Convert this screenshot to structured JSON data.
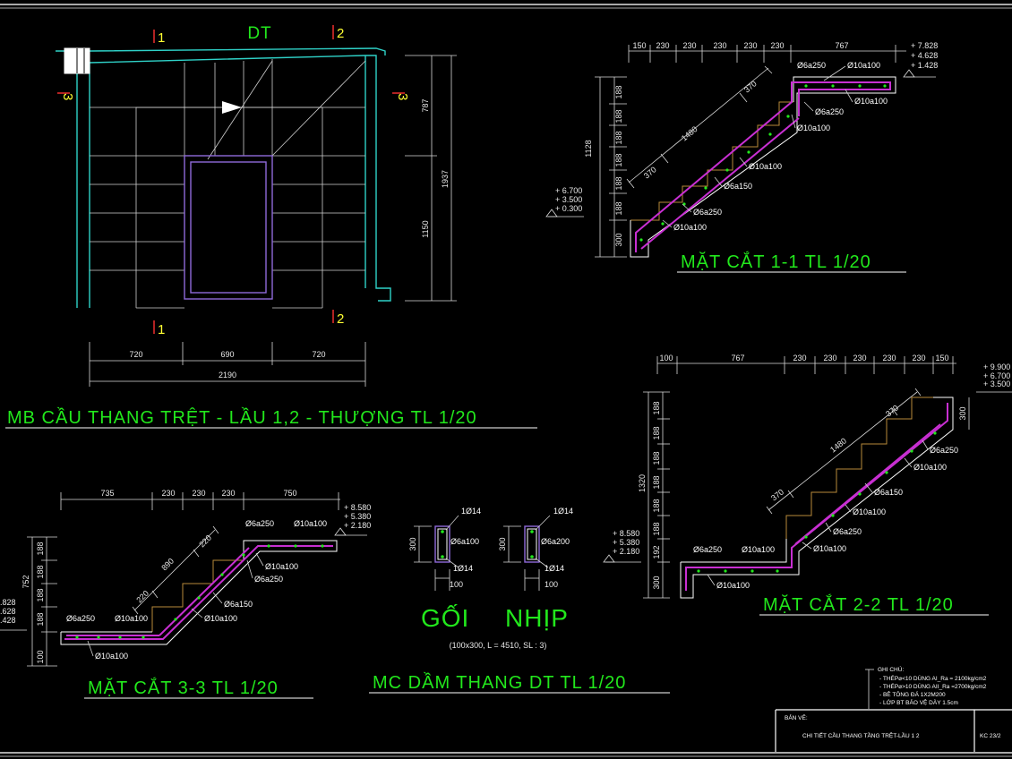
{
  "plan": {
    "title": "MB CẦU THANG TRỆT - LẦU 1,2 - THƯỢNG TL 1/20",
    "label_dt": "DT",
    "markers": {
      "m1": "1",
      "m2": "2",
      "m3": "3"
    },
    "dims_bottom": [
      "720",
      "690",
      "720"
    ],
    "dim_total": "2190",
    "dims_right": [
      "787",
      "1150"
    ],
    "dim_right_total": "1937"
  },
  "sec11": {
    "title": "MẶT CẮT 1-1  TL 1/20",
    "dims_top": [
      "150",
      "230",
      "230",
      "230",
      "230",
      "230",
      "767"
    ],
    "levels": [
      "+ 7.828",
      "+ 4.628",
      "+ 1.428"
    ],
    "levels_left": [
      "+ 6.700",
      "+ 3.500",
      "+ 0.300"
    ],
    "dims_left": [
      "188",
      "188",
      "188",
      "188",
      "188",
      "188",
      "300"
    ],
    "dim_left_total": "1128",
    "slope_dims": [
      "370",
      "1480",
      "370"
    ],
    "rebars": [
      "Ø6a250",
      "Ø10a100",
      "Ø6a250",
      "Ø10a100",
      "Ø10a100",
      "Ø10a100",
      "Ø6a150",
      "Ø6a250",
      "Ø10a100"
    ]
  },
  "sec22": {
    "title": "MẶT CẮT 2-2  TL 1/20",
    "dims_top": [
      "100",
      "767",
      "230",
      "230",
      "230",
      "230",
      "230",
      "150"
    ],
    "levels": [
      "+ 9.900",
      "+ 6.700",
      "+ 3.500"
    ],
    "levels_left": [
      "+ 8.580",
      "+ 5.380",
      "+ 2.180"
    ],
    "dims_left": [
      "188",
      "188",
      "188",
      "188",
      "188",
      "188",
      "192",
      "300"
    ],
    "dim_left_total": "1320",
    "dim_right": "300",
    "slope_dims": [
      "370",
      "1480",
      "370"
    ],
    "rebars": [
      "Ø6a250",
      "Ø10a100",
      "Ø6a150",
      "Ø10a100",
      "Ø6a250",
      "Ø10a100",
      "Ø6a250",
      "Ø10a100",
      "Ø10a100"
    ]
  },
  "sec33": {
    "title": "MẶT CẮT 3-3  TL 1/20",
    "dims_top": [
      "735",
      "230",
      "230",
      "230",
      "750"
    ],
    "levels": [
      "+ 8.580",
      "+ 5.380",
      "+ 2.180"
    ],
    "levels_left": [
      ".828",
      ".628",
      ".428"
    ],
    "dims_left": [
      "188",
      "188",
      "188",
      "188",
      "100"
    ],
    "dim_left_total": "752",
    "slope_dims": [
      "220",
      "890",
      "220"
    ],
    "rebars": [
      "Ø6a250",
      "Ø10a100",
      "Ø10a100",
      "Ø6a250",
      "Ø6a150",
      "Ø10a100",
      "Ø6a250",
      "Ø10a100",
      "Ø10a100"
    ]
  },
  "beam": {
    "title": "MC DẦM THANG DT  TL 1/20",
    "goi_label": "GỐI",
    "nhip_label": "NHỊP",
    "subtitle": "(100x300, L = 4510, SL : 3)",
    "goi": {
      "top": "1Ø14",
      "stirrup": "Ø6a100",
      "bottom": "1Ø14",
      "height": "300",
      "width": "100"
    },
    "nhip": {
      "top": "1Ø14",
      "stirrup": "Ø6a200",
      "bottom": "1Ø14",
      "height": "300",
      "width": "100"
    }
  },
  "notes": {
    "heading": "GHI CHÚ:",
    "lines": [
      "- THÉP⌀<10 DÙNG AI_Ra = 2100kg/cm2",
      "- THÉP⌀>10 DÙNG AII_Ra =2700kg/cm2",
      "- BÊ TÔNG ĐÁ 1X2M200",
      "- LỚP BT BẢO VỆ DÀY 1.5cm"
    ]
  },
  "titleblock": {
    "label": "BẢN VẼ:",
    "drawing_name": "CHI TIẾT CẦU THANG TẦNG TRỆT-LẦU 1 2",
    "code": "KC 23/2"
  },
  "colors": {
    "background": "#000000",
    "title_green": "#22e81c",
    "marker_yellow": "#ffff33",
    "wall_cyan": "#2fd2c8",
    "rebar_magenta": "#c82fd2",
    "beam_purple": "#8e6ad9"
  }
}
